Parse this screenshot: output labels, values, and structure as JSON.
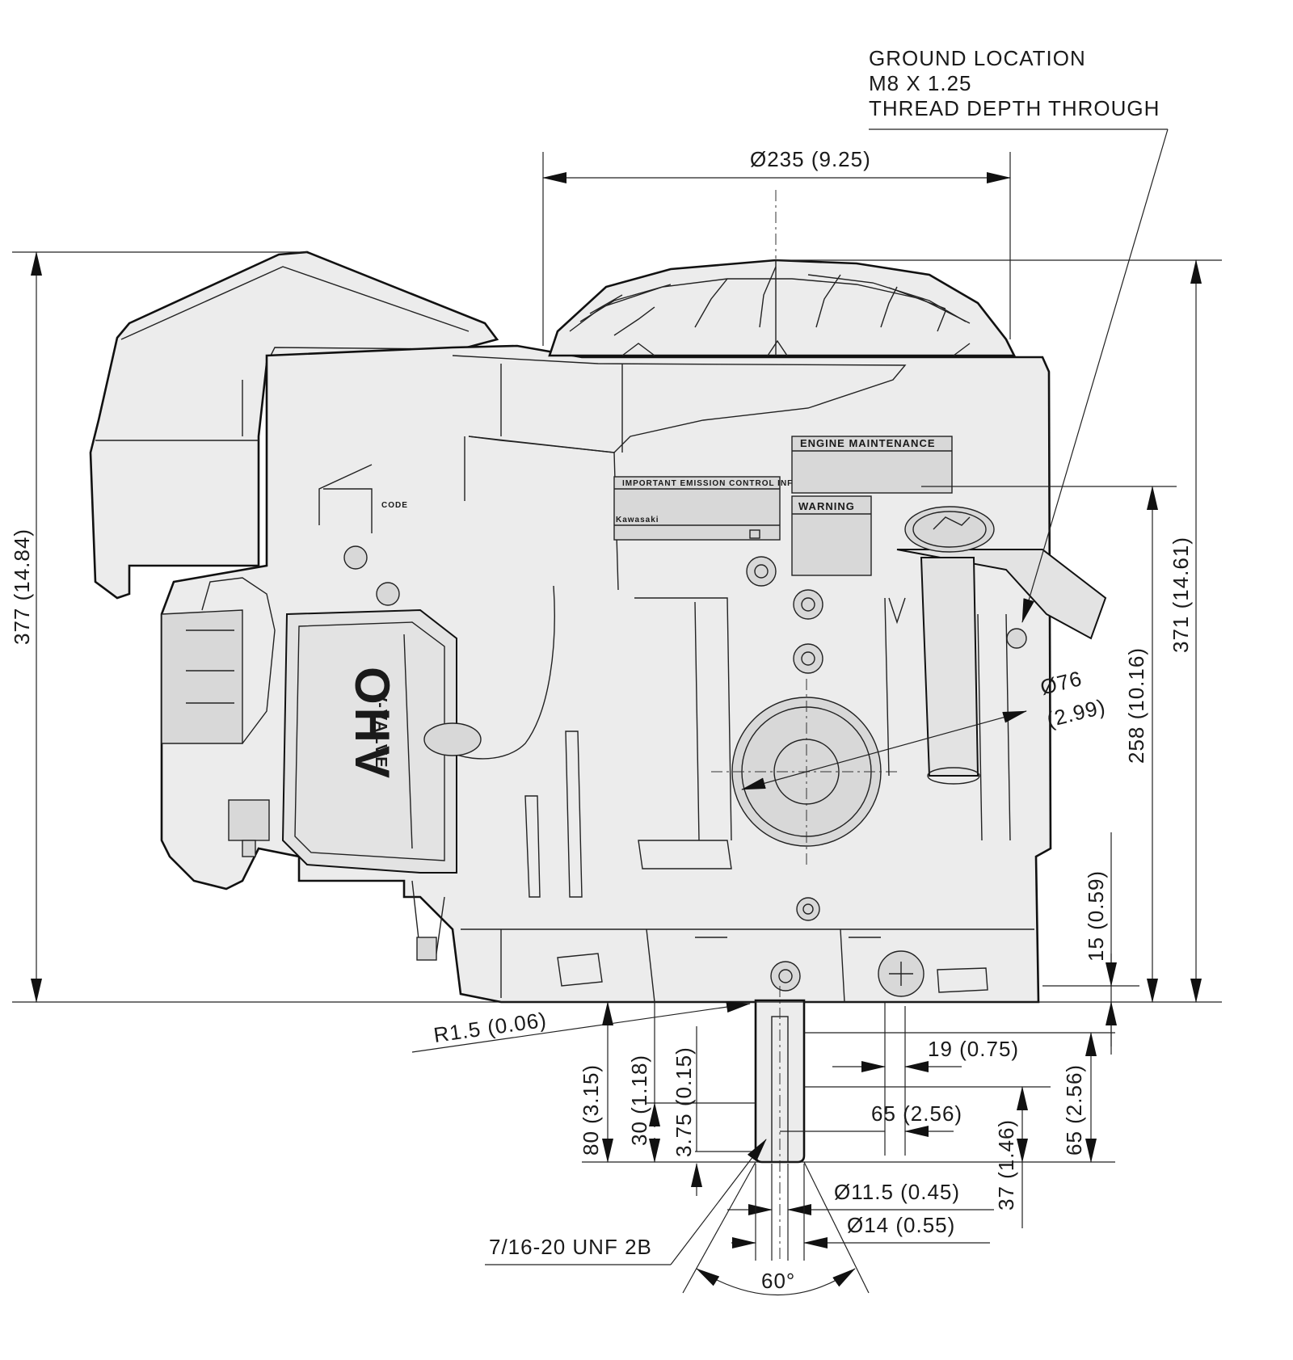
{
  "notes": {
    "ground_location_line1": "GROUND LOCATION",
    "ground_location_line2": "M8 X 1.25",
    "ground_location_line3": "THREAD DEPTH THROUGH",
    "fillet_radius": "R1.5  (0.06)",
    "shaft_thread": "7/16-20 UNF 2B"
  },
  "dimensions": {
    "top_diameter": "Ø235  (9.25)",
    "overall_height": "377  (14.84)",
    "right_height": "371  (14.61)",
    "mid_height": "258  (10.16)",
    "base_offset": "15  (0.59)",
    "filter_dia_mm": "Ø76",
    "filter_dia_in": "(2.99)",
    "shaft_80": "80  (3.15)",
    "shaft_30": "30  (1.18)",
    "shaft_375": "3.75  (0.15)",
    "keyway_19": "19  (0.75)",
    "offset_65": "65  (2.56)",
    "shaft_65_vert": "65  (2.56)",
    "shaft_37": "37  (1.46)",
    "bore_115": "Ø11.5  (0.45)",
    "shaft_14": "Ø14  (0.55)",
    "chamfer_angle": "60°"
  },
  "labels": {
    "ohv": "OHV",
    "v_valve": "V-VALVE",
    "engine_maintenance": "ENGINE MAINTENANCE",
    "warning": "WARNING",
    "code": "CODE",
    "emission_header": "IMPORTANT EMISSION CONTROL INFORMATION",
    "emission_body": "Kawasaki"
  }
}
